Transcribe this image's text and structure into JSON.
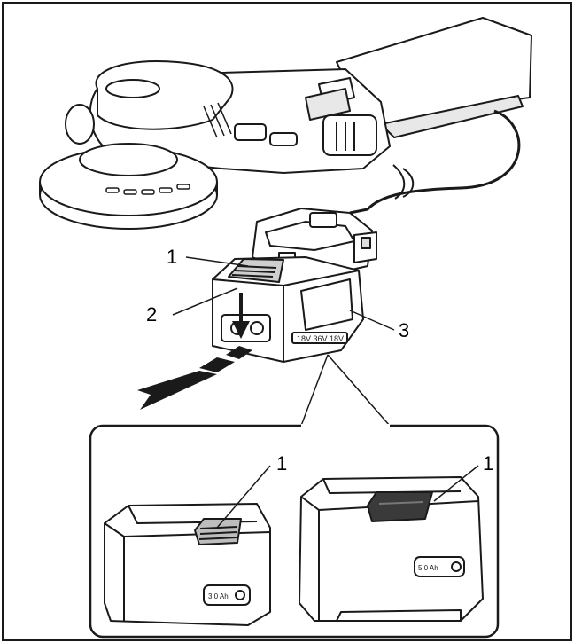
{
  "callouts": {
    "main_1": "1",
    "main_2": "2",
    "main_3": "3",
    "detail_left_1": "1",
    "detail_right_1": "1"
  },
  "battery_labels": {
    "main": "18V 36V 18V",
    "small": "3.0 Ah",
    "large": "5.0 Ah"
  },
  "colors": {
    "line": "#1a1a1a",
    "fill": "#ffffff",
    "shade": "#c8c8c8",
    "dark": "#3a3a3a"
  }
}
